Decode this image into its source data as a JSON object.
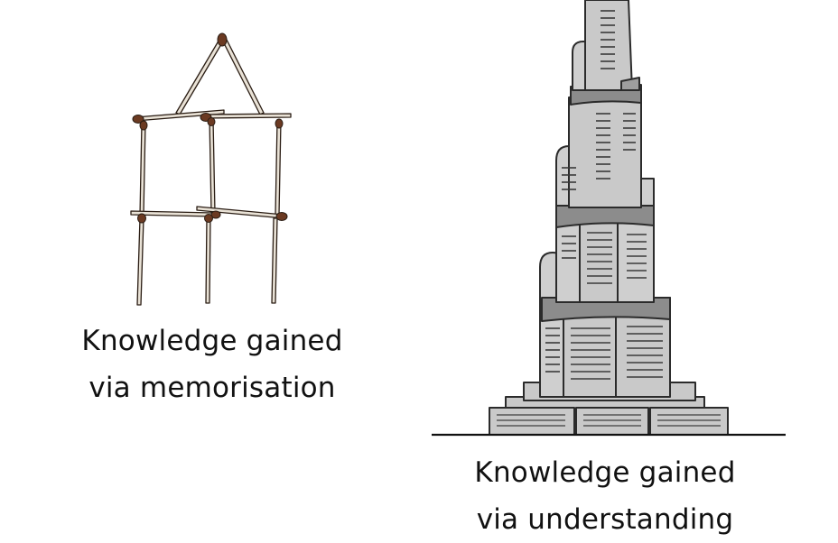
{
  "left_panel": {
    "caption_line1": "Knowledge gained",
    "caption_line2": "via memorisation"
  },
  "right_panel": {
    "caption_line1": "Knowledge gained",
    "caption_line2": "via understanding"
  },
  "colors": {
    "background": "#ffffff",
    "ink": "#111111",
    "matchstick": "#e9e2d6",
    "match_head": "#6b3a22",
    "building_light": "#c9c9c9",
    "building_mid": "#9e9e9e",
    "building_dark": "#7d7d7d"
  }
}
